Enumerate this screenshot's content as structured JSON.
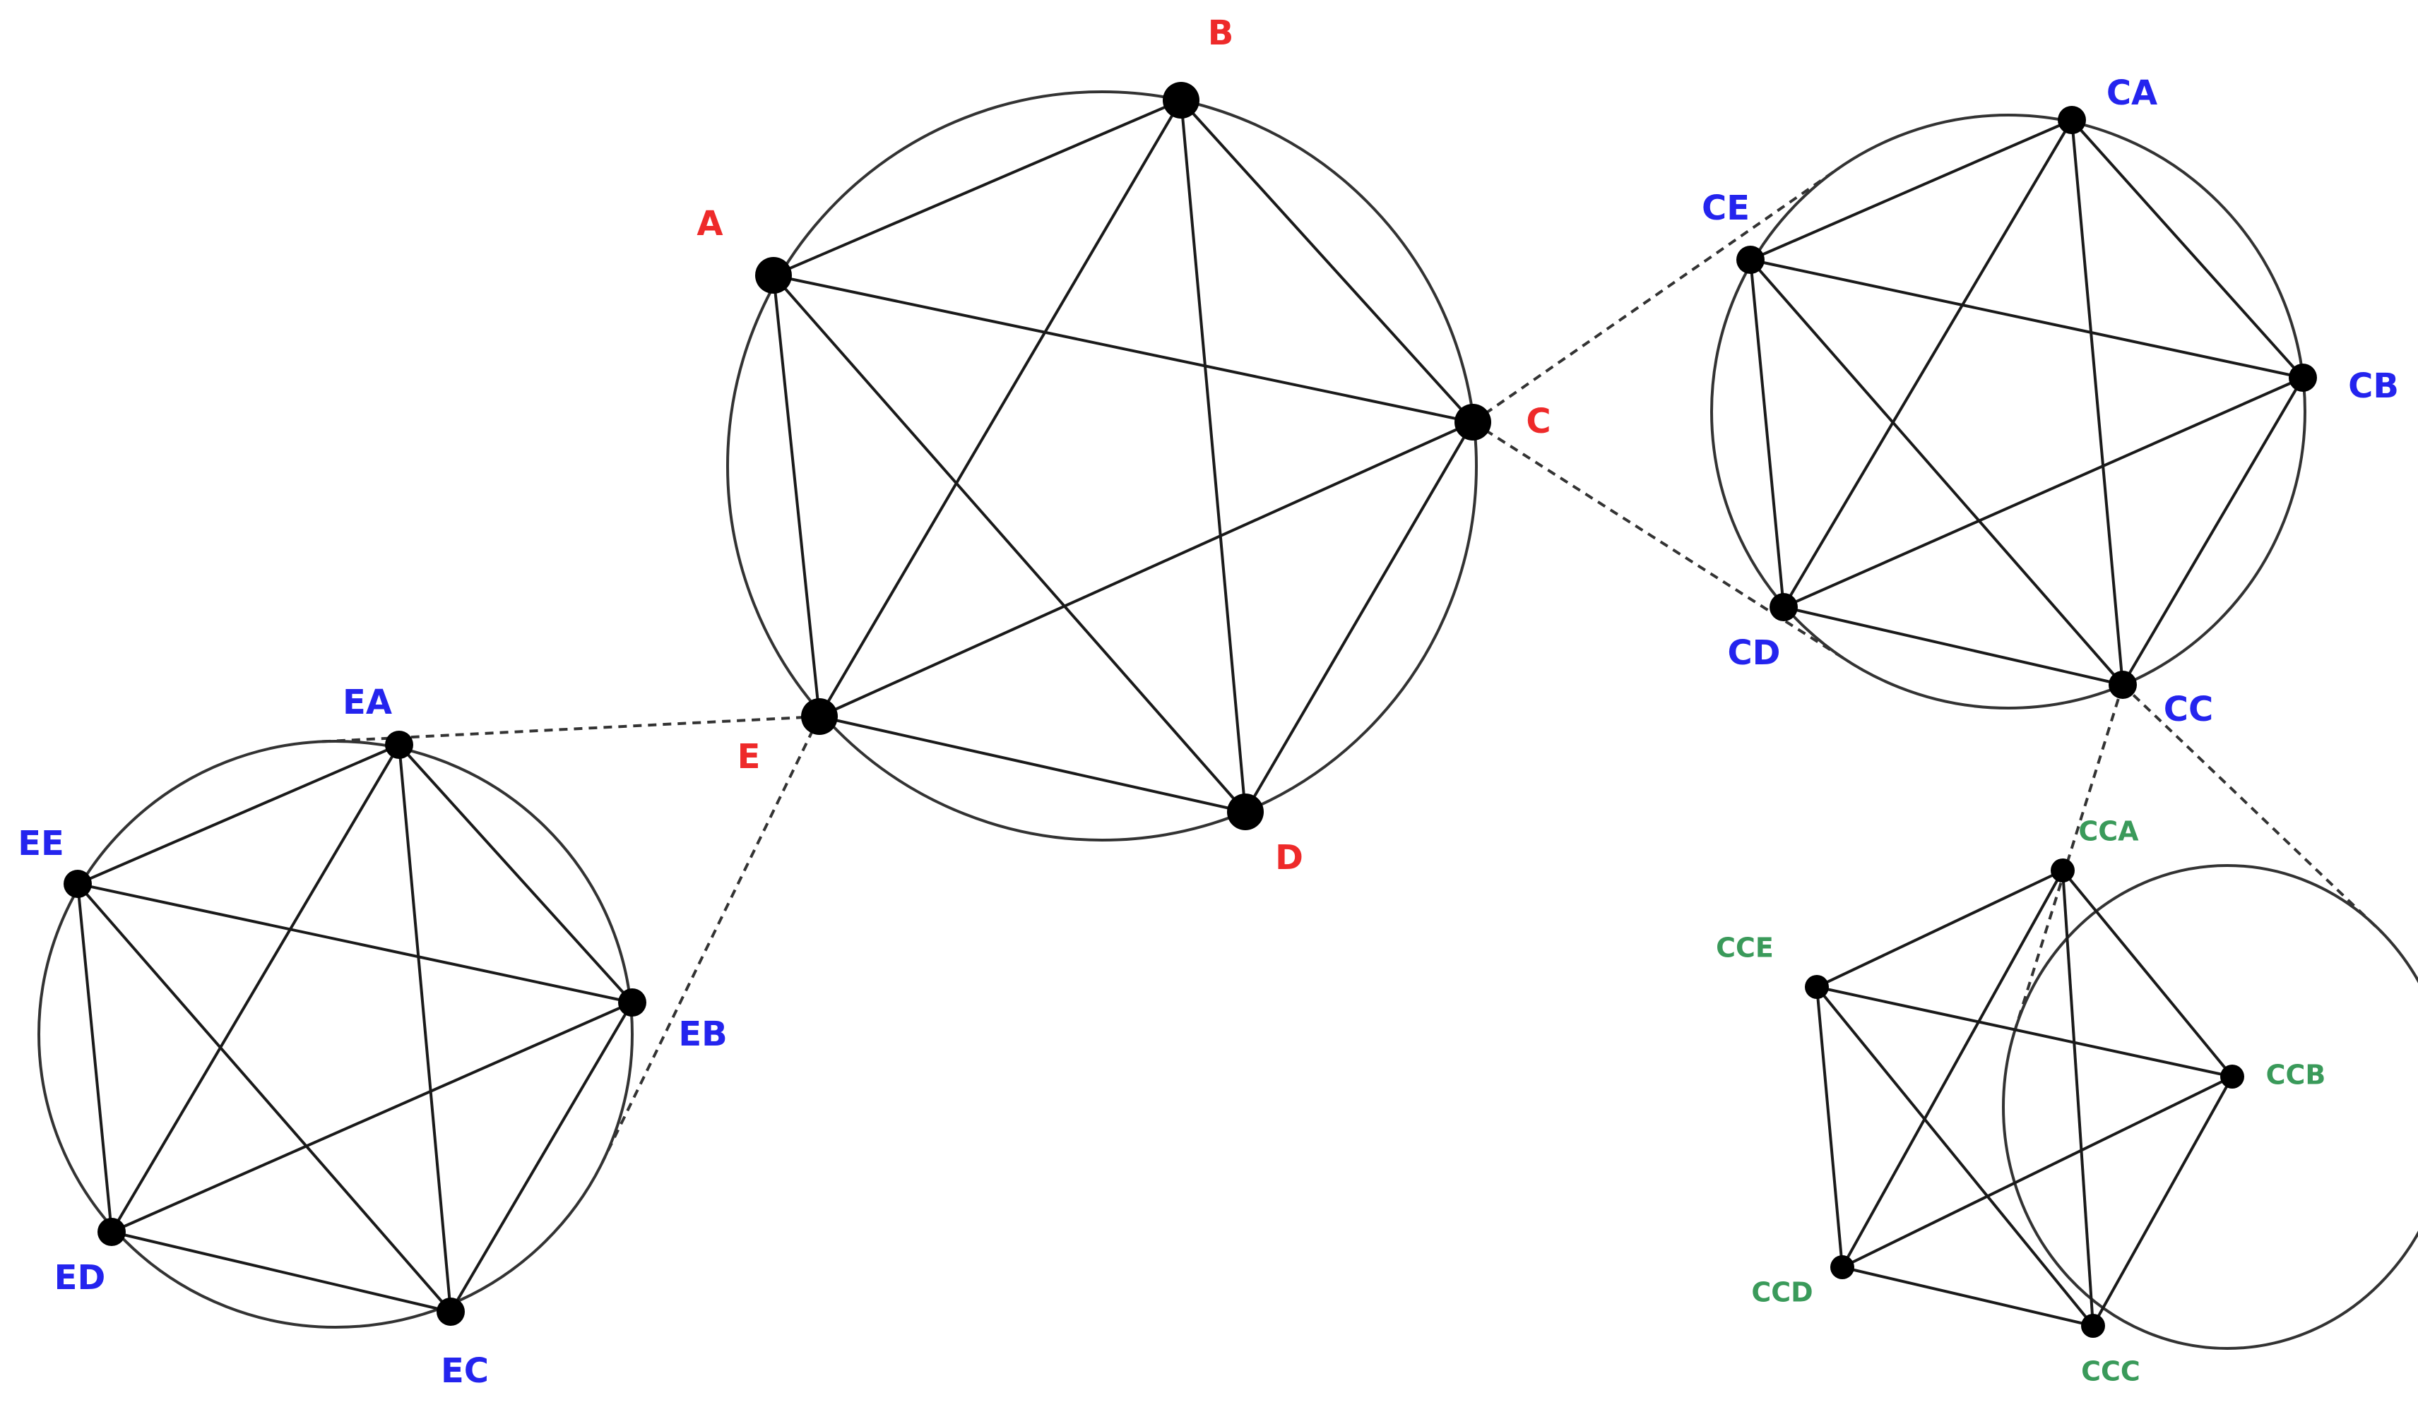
{
  "colors": {
    "level1": "#ee2a2a",
    "level2": "#2424ee",
    "level3": "#3a9a5a"
  },
  "clusters": [
    {
      "id": "main",
      "level": 1,
      "nodes": [
        {
          "id": "A",
          "label": "A"
        },
        {
          "id": "B",
          "label": "B"
        },
        {
          "id": "C",
          "label": "C"
        },
        {
          "id": "D",
          "label": "D"
        },
        {
          "id": "E",
          "label": "E"
        }
      ]
    },
    {
      "id": "c",
      "level": 2,
      "nodes": [
        {
          "id": "CA",
          "label": "CA"
        },
        {
          "id": "CB",
          "label": "CB"
        },
        {
          "id": "CC",
          "label": "CC"
        },
        {
          "id": "CD",
          "label": "CD"
        },
        {
          "id": "CE",
          "label": "CE"
        }
      ]
    },
    {
      "id": "e",
      "level": 2,
      "nodes": [
        {
          "id": "EA",
          "label": "EA"
        },
        {
          "id": "EB",
          "label": "EB"
        },
        {
          "id": "EC",
          "label": "EC"
        },
        {
          "id": "ED",
          "label": "ED"
        },
        {
          "id": "EE",
          "label": "EE"
        }
      ]
    },
    {
      "id": "cc",
      "level": 3,
      "nodes": [
        {
          "id": "CCA",
          "label": "CCA"
        },
        {
          "id": "CCB",
          "label": "CCB"
        },
        {
          "id": "CCC",
          "label": "CCC"
        },
        {
          "id": "CCD",
          "label": "CCD"
        },
        {
          "id": "CCE",
          "label": "CCE"
        }
      ]
    }
  ],
  "links": [
    {
      "node": "C",
      "cluster": "c"
    },
    {
      "node": "E",
      "cluster": "e"
    },
    {
      "node": "CC",
      "cluster": "cc"
    }
  ]
}
